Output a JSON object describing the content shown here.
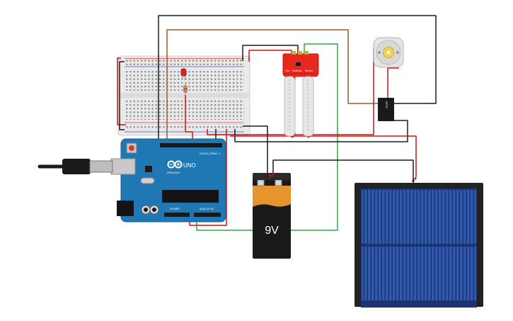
{
  "arduino": {
    "brand": "ARDUINO",
    "model": "UNO",
    "digital_header": "DIGITAL (PWM ~)",
    "power_header": "POWER",
    "analog_header": "ANALOG IN"
  },
  "soil_sensor": {
    "labels": [
      "Out",
      "Moisture",
      "Sensor"
    ]
  },
  "battery": {
    "voltage_label": "9V"
  },
  "relay": {
    "label": "SPDT"
  },
  "colors": {
    "wire_red": "#d11414",
    "wire_black": "#1a1a1a",
    "wire_brown": "#9a5b2e",
    "wire_green": "#2ea84a",
    "arduino_blue": "#1f78b4",
    "sensor_red": "#e8281e",
    "solar_blue": "#2a4f9a",
    "battery_orange": "#e6952e",
    "led_red": "#d62828"
  },
  "icons": [
    "usb-plug-icon",
    "arduino-logo-icon",
    "motor-shaft-icon"
  ]
}
